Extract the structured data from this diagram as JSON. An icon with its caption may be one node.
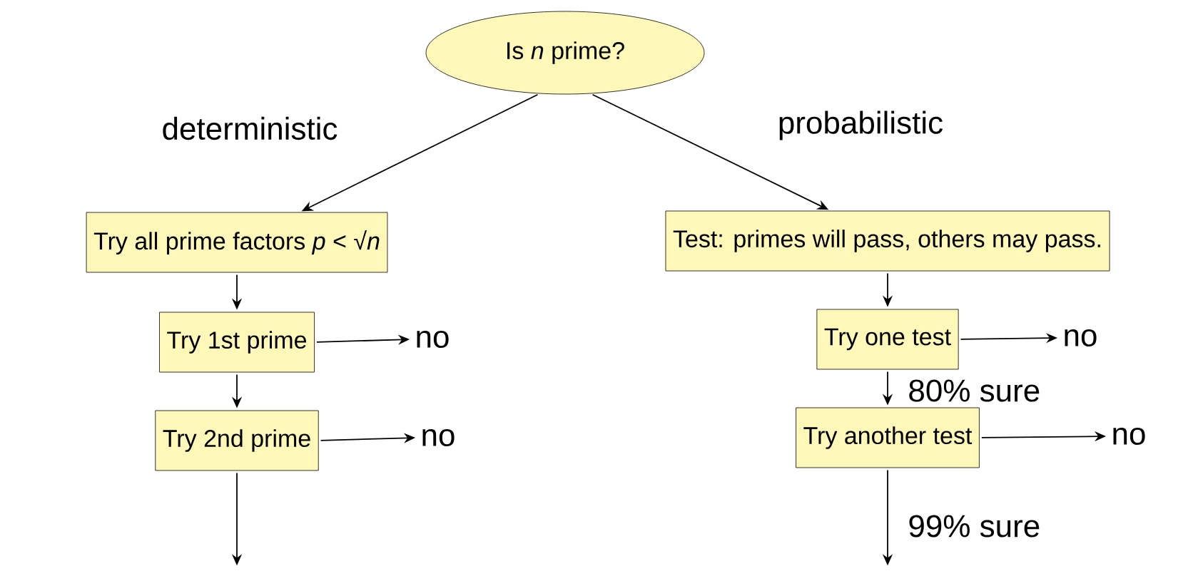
{
  "diagram": {
    "nodes": [
      {
        "text": [
          "Is *n* prime?"
        ]
      },
      {
        "text": [
          "Try all prime factors *p* < √*n*"
        ]
      },
      {
        "text": [
          "Test: primes will pass, others may pass."
        ]
      },
      {
        "text": [
          "Try 1st prime"
        ]
      },
      {
        "text": [
          "no"
        ]
      },
      {
        "text": [
          "Try 2nd prime"
        ]
      },
      {
        "text": [
          "no"
        ]
      },
      {
        "text": [
          "Try one test"
        ]
      },
      {
        "text": [
          "no"
        ]
      },
      {
        "text": [
          "Try another test"
        ]
      },
      {
        "text": [
          "no"
        ]
      }
    ],
    "edges": [
      {
        "from": 0,
        "to": 1,
        "arrow": "to",
        "label": "deterministic"
      },
      {
        "from": 0,
        "to": 2,
        "arrow": "to",
        "label": "probabilistic"
      },
      {
        "from": 1,
        "to": 3,
        "arrow": "to"
      },
      {
        "from": 3,
        "to": 4,
        "arrow": "to"
      },
      {
        "from": 3,
        "to": 5,
        "arrow": "to"
      },
      {
        "from": 5,
        "to": 6,
        "arrow": "to"
      },
      {
        "from": 5,
        "to": null,
        "arrow": "to"
      },
      {
        "from": 2,
        "to": 7,
        "arrow": "to"
      },
      {
        "from": 7,
        "to": 8,
        "arrow": "to"
      },
      {
        "from": 7,
        "to": 9,
        "arrow": "to",
        "label": "80% sure"
      },
      {
        "from": 9,
        "to": 10,
        "arrow": "to"
      },
      {
        "from": 9,
        "to": null,
        "arrow": "to",
        "label": "99% sure"
      }
    ]
  }
}
